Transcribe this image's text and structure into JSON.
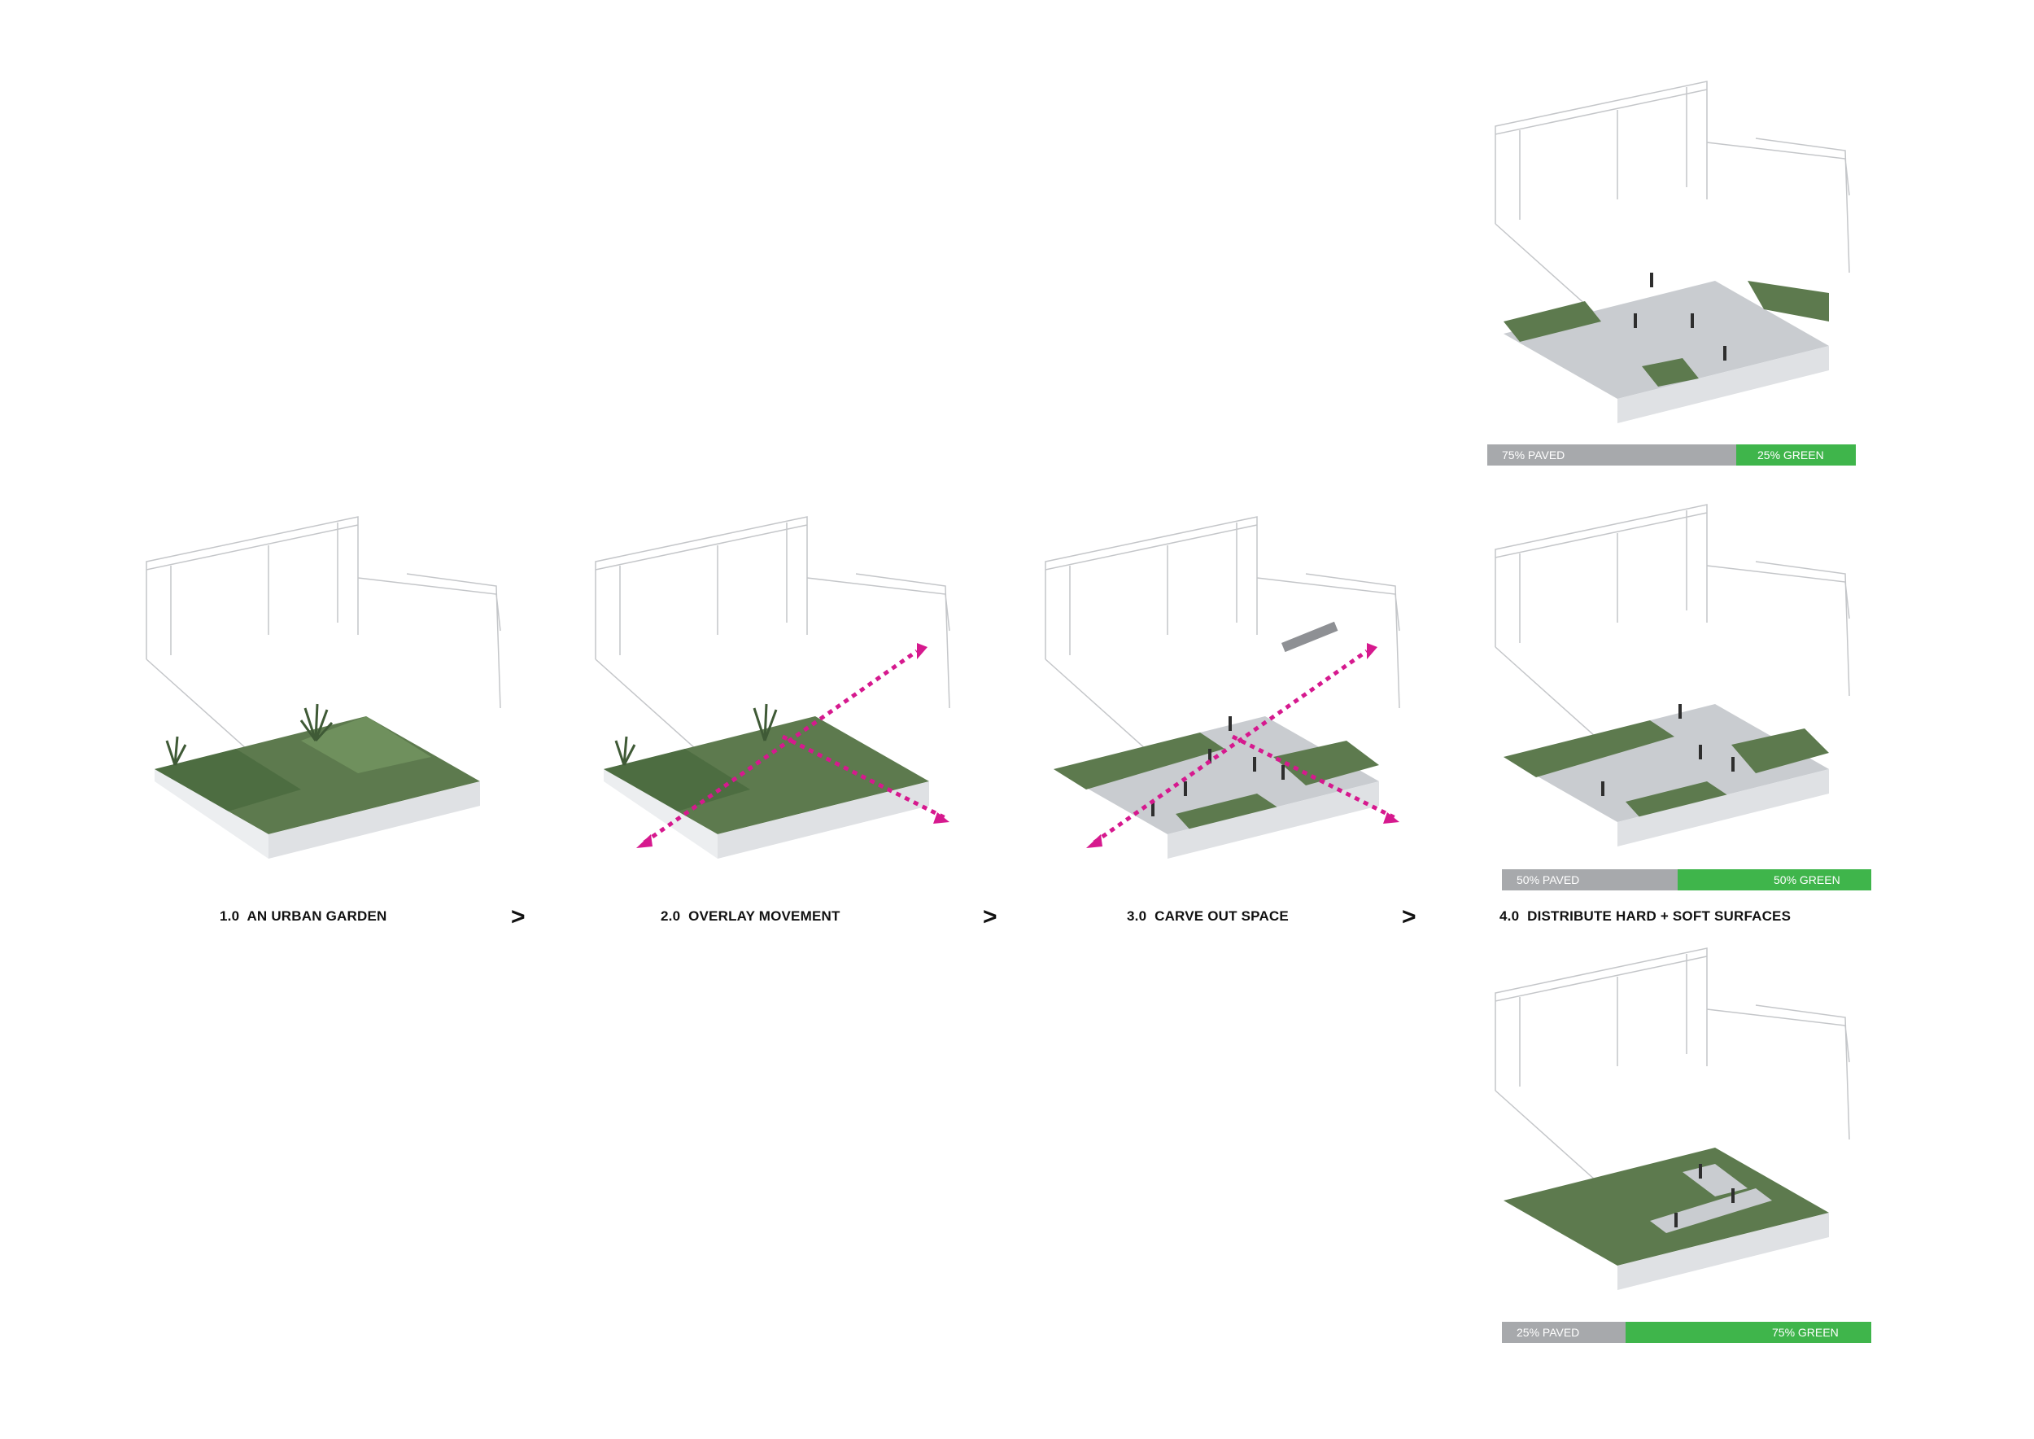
{
  "steps": [
    {
      "number": "1.0",
      "title": "AN URBAN GARDEN"
    },
    {
      "number": "2.0",
      "title": "OVERLAY MOVEMENT"
    },
    {
      "number": "3.0",
      "title": "CARVE OUT SPACE"
    },
    {
      "number": "4.0",
      "title": "DISTRIBUTE HARD + SOFT SURFACES"
    }
  ],
  "separator": ">",
  "ratio_bars": [
    {
      "paved_label": "75% PAVED",
      "green_label": "25% GREEN",
      "paved_pct": 75,
      "green_pct": 25
    },
    {
      "paved_label": "50% PAVED",
      "green_label": "50% GREEN",
      "paved_pct": 50,
      "green_pct": 50
    },
    {
      "paved_label": "25% PAVED",
      "green_label": "75% GREEN",
      "paved_pct": 25,
      "green_pct": 75
    }
  ],
  "colors": {
    "planting": "#5d7a4e",
    "planting_dark": "#3f5a36",
    "paving": "#c9ccd0",
    "planter_side": "#dfe1e4",
    "wireframe": "#c4c6c9",
    "movement_arrow": "#d6198e",
    "bar_paved": "#a7a9ac",
    "bar_green": "#3fb54b"
  }
}
